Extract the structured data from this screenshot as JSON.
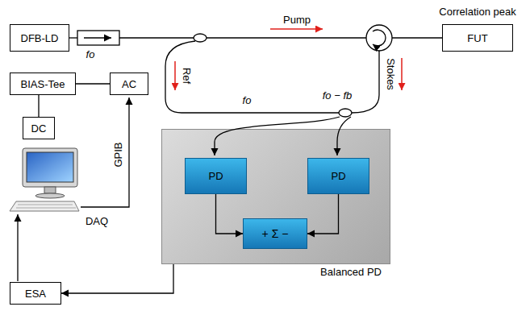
{
  "diagram": {
    "nodes": [
      {
        "text": [
          "DFB-LD"
        ]
      },
      {
        "text": [
          "FUT"
        ]
      },
      {
        "text": [
          "BIAS-Tee"
        ]
      },
      {
        "text": [
          "AC"
        ]
      },
      {
        "text": [
          "DC"
        ]
      },
      {
        "text": [
          "Balanced PD"
        ]
      },
      {
        "text": [
          "PD"
        ],
        "in": 5
      },
      {
        "text": [
          "PD"
        ],
        "in": 5
      },
      {
        "text": [
          "+ Σ −"
        ],
        "in": 5
      },
      {
        "text": [
          "ESA"
        ]
      }
    ],
    "edges": [
      {
        "from": 2,
        "to": 3,
        "arrow": "none"
      },
      {
        "from": 2,
        "to": 4,
        "arrow": "none"
      },
      {
        "from": 6,
        "to": 8,
        "arrow": "to"
      },
      {
        "from": 7,
        "to": 8,
        "arrow": "to"
      },
      {
        "from": 5,
        "to": 9,
        "arrow": "to"
      }
    ],
    "labels": [
      "fo",
      "Pump",
      "Correlation peak",
      "Ref",
      "Stokes",
      "fo",
      "fo − fb",
      "GPIB",
      "DAQ"
    ]
  }
}
